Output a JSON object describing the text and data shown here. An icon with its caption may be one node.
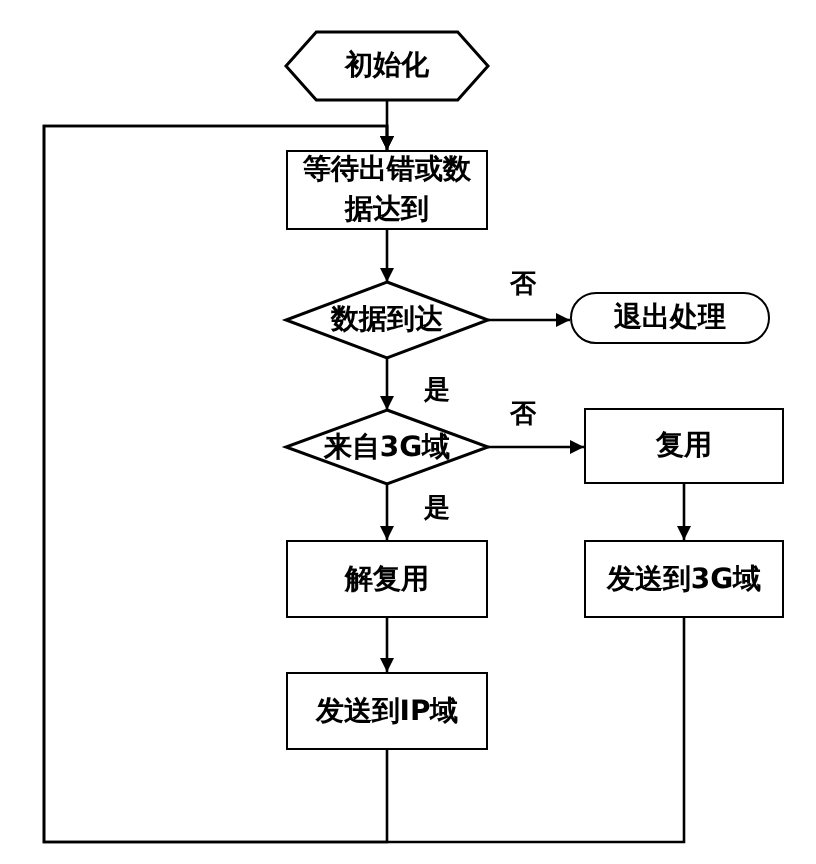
{
  "diagram": {
    "nodes": [
      {
        "text": [
          "初始化"
        ]
      },
      {
        "text": [
          "等待出错或数据达到"
        ]
      },
      {
        "text": [
          "数据到达"
        ]
      },
      {
        "text": [
          "退出处理"
        ]
      },
      {
        "text": [
          "来自3G域"
        ]
      },
      {
        "text": [
          "复用"
        ]
      },
      {
        "text": [
          "解复用"
        ]
      },
      {
        "text": [
          "发送到IP域"
        ]
      },
      {
        "text": [
          "发送到3G域"
        ]
      }
    ],
    "edges": [
      {
        "from": 0,
        "to": 1,
        "arrow": "to"
      },
      {
        "from": 1,
        "to": 2,
        "arrow": "to"
      },
      {
        "from": 2,
        "to": 3,
        "arrow": "to",
        "label": "否"
      },
      {
        "from": 2,
        "to": 4,
        "arrow": "to",
        "label": "是"
      },
      {
        "from": 4,
        "to": 5,
        "arrow": "to",
        "label": "否"
      },
      {
        "from": 4,
        "to": 6,
        "arrow": "to",
        "label": "是"
      },
      {
        "from": 5,
        "to": 8,
        "arrow": "to"
      },
      {
        "from": 6,
        "to": 7,
        "arrow": "to"
      },
      {
        "from": 7,
        "to": 1,
        "arrow": "to"
      },
      {
        "from": 8,
        "to": 1,
        "arrow": "to"
      }
    ]
  }
}
